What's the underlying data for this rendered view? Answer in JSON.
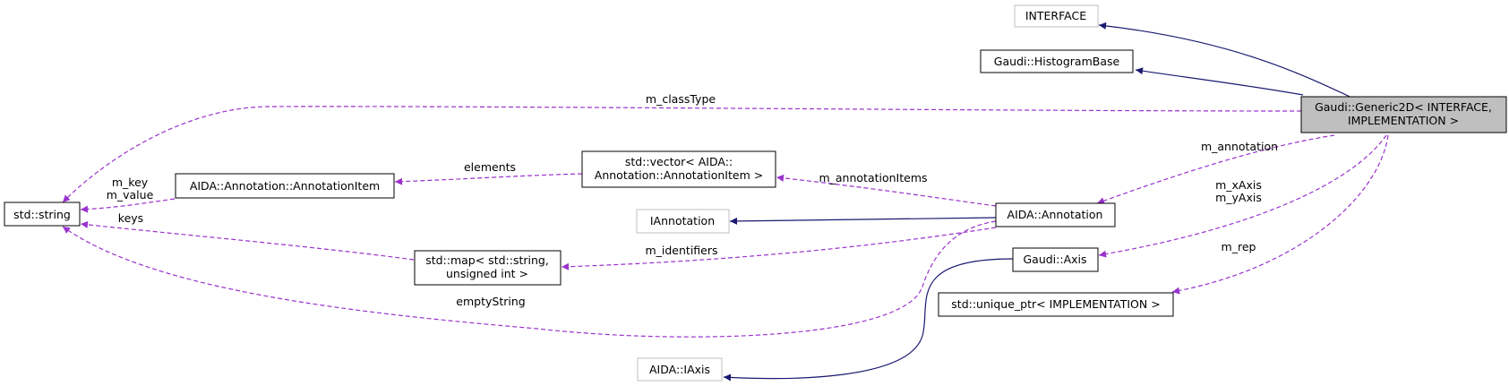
{
  "colors": {
    "inherit_edge": "#191970",
    "use_edge": "#9a32cd",
    "focus_fill": "#bfbfbf",
    "gray_border": "#bfbfbf"
  },
  "nodes": {
    "interface": "INTERFACE",
    "histogram_base": "Gaudi::HistogramBase",
    "generic2d_line1": "Gaudi::Generic2D< INTERFACE,",
    "generic2d_line2": "IMPLEMENTATION >",
    "std_string": "std::string",
    "annotation_item": "AIDA::Annotation::AnnotationItem",
    "vector_line1": "std::vector< AIDA::",
    "vector_line2": "Annotation::AnnotationItem >",
    "iannotation": "IAnnotation",
    "aida_annotation": "AIDA::Annotation",
    "map_line1": "std::map< std::string,",
    "map_line2": "unsigned int >",
    "gaudi_axis": "Gaudi::Axis",
    "unique_ptr": "std::unique_ptr< IMPLEMENTATION >",
    "aida_iaxis": "AIDA::IAxis"
  },
  "edge_labels": {
    "m_classType": "m_classType",
    "m_annotation": "m_annotation",
    "m_xAxis": "m_xAxis",
    "m_yAxis": "m_yAxis",
    "m_rep": "m_rep",
    "m_key": "m_key",
    "m_value": "m_value",
    "elements": "elements",
    "m_annotationItems": "m_annotationItems",
    "keys": "keys",
    "m_identifiers": "m_identifiers",
    "emptyString": "emptyString"
  }
}
